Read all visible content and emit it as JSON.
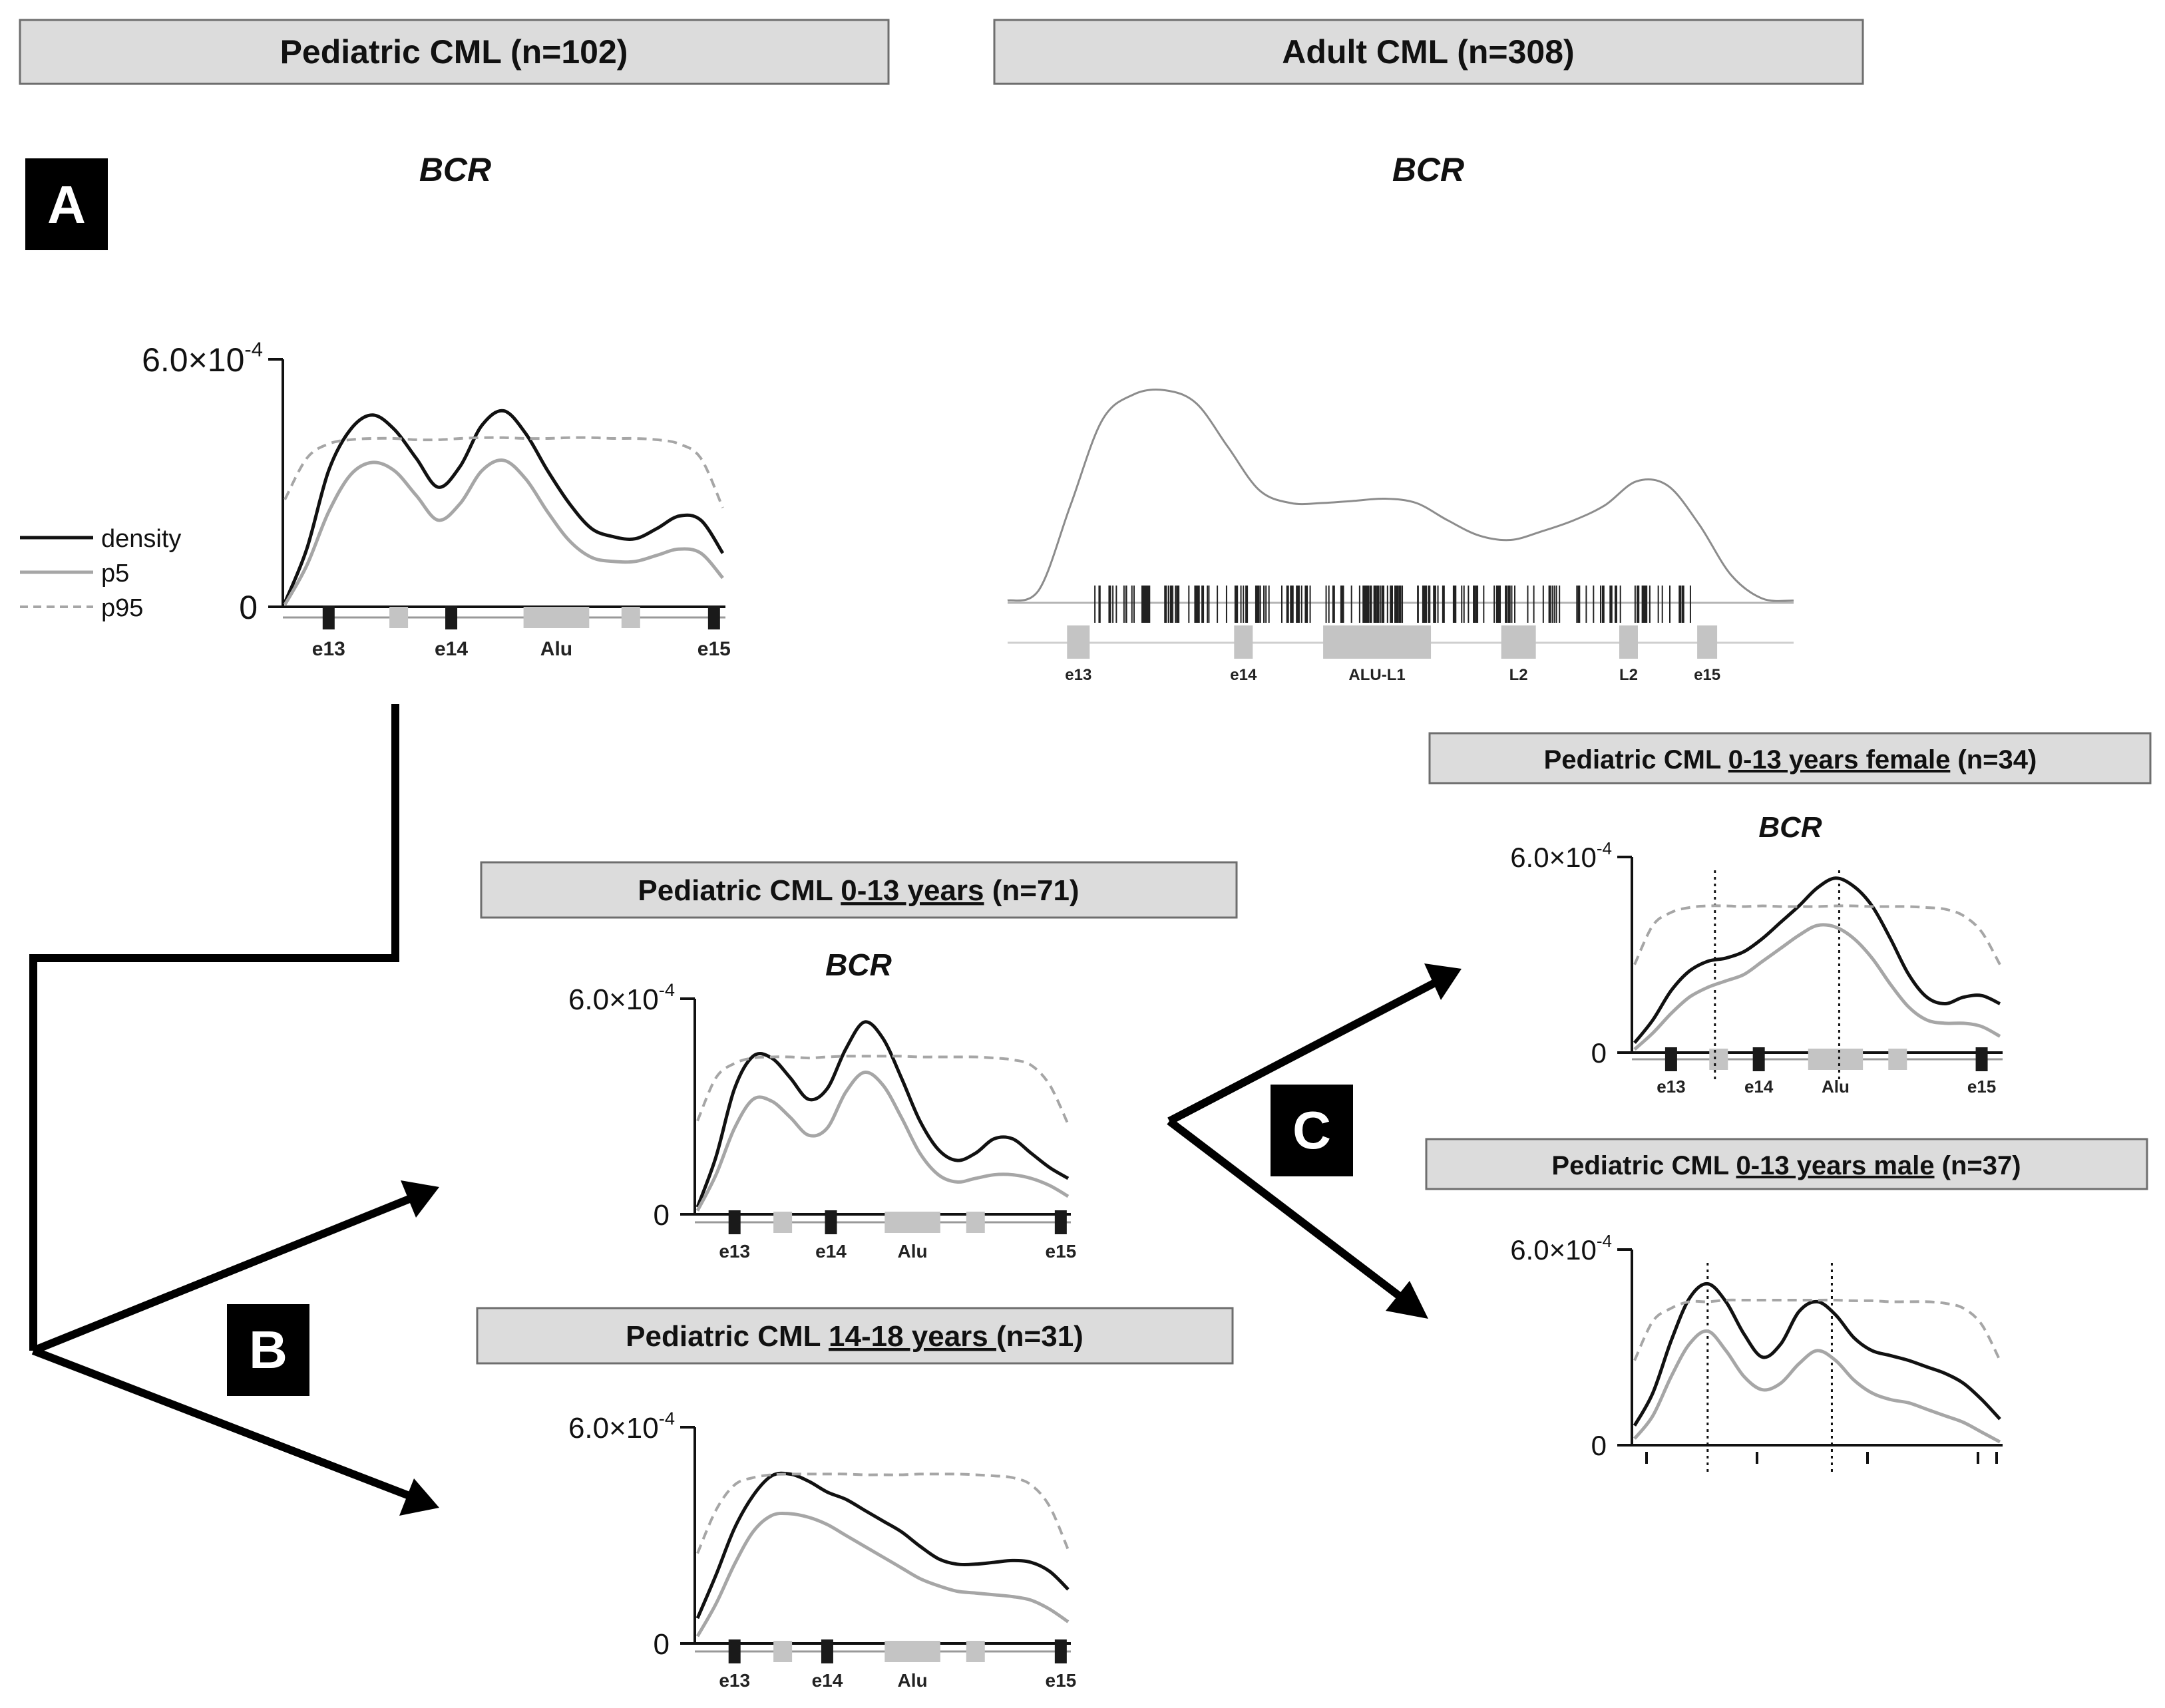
{
  "colors": {
    "density": "#111111",
    "p5": "#a6a6a6",
    "p95": "#a6a6a6",
    "header_bg": "#dcdcdc",
    "exon_dark": "#1a1a1a",
    "exon_light": "#c4c4c4",
    "badge": "#000000"
  },
  "headers": {
    "pediatric": {
      "parts": [
        "Pediatric CML (n=102)"
      ]
    },
    "adult": {
      "parts": [
        "Adult CML (n=308)"
      ]
    },
    "age_0_13": {
      "pre": "Pediatric CML ",
      "ul": "0-13 years",
      "post": " (n=71)"
    },
    "age_14_18": {
      "pre": "Pediatric CML ",
      "ul": "14-18 years ",
      "post": "(n=31)"
    },
    "female": {
      "pre": "Pediatric CML ",
      "ul": "0-13 years female",
      "post": " (n=34)"
    },
    "male": {
      "pre": "Pediatric CML ",
      "ul": "0-13 years male",
      "post": " (n=37)"
    }
  },
  "badges": {
    "A": "A",
    "B": "B",
    "C": "C"
  },
  "legend": {
    "density": "density",
    "p5": "p5",
    "p95": "p95"
  },
  "chart_data": [
    {
      "id": "pediatric_all",
      "type": "line",
      "title": "BCR",
      "ytick_labels": [
        "0",
        "6.0×10-4"
      ],
      "ylim": [
        0,
        0.0006
      ],
      "xlim": [
        0,
        100
      ],
      "x": [
        0,
        5,
        10,
        15,
        20,
        25,
        30,
        35,
        40,
        45,
        50,
        55,
        60,
        65,
        70,
        75,
        80,
        85,
        90,
        95,
        100
      ],
      "series": [
        {
          "name": "density",
          "values": [
            1e-05,
            0.00014,
            0.00033,
            0.00043,
            0.000465,
            0.00043,
            0.00036,
            0.00029,
            0.00034,
            0.00044,
            0.000475,
            0.00042,
            0.00033,
            0.00025,
            0.00019,
            0.00017,
            0.000165,
            0.00019,
            0.00022,
            0.00021,
            0.00013
          ]
        },
        {
          "name": "p5",
          "values": [
            5e-06,
            0.0001,
            0.00023,
            0.00032,
            0.00035,
            0.00033,
            0.00027,
            0.00021,
            0.00025,
            0.00033,
            0.000355,
            0.00031,
            0.00023,
            0.00016,
            0.00012,
            0.00011,
            0.00011,
            0.000125,
            0.00014,
            0.00013,
            7e-05
          ]
        },
        {
          "name": "p95",
          "values": [
            0.00026,
            0.00036,
            0.000395,
            0.000405,
            0.000408,
            0.000408,
            0.000405,
            0.000405,
            0.000408,
            0.00041,
            0.00041,
            0.000408,
            0.000408,
            0.00041,
            0.00041,
            0.000408,
            0.000408,
            0.000405,
            0.000395,
            0.00036,
            0.00024
          ]
        }
      ],
      "exons": [
        {
          "label": "e13",
          "x": 10,
          "kind": "dark"
        },
        {
          "label": "",
          "x": 26,
          "kind": "light"
        },
        {
          "label": "e14",
          "x": 38,
          "kind": "dark"
        },
        {
          "label": "Alu",
          "x": 62,
          "kind": "light-wide"
        },
        {
          "label": "",
          "x": 79,
          "kind": "light"
        },
        {
          "label": "e15",
          "x": 98,
          "kind": "dark"
        }
      ]
    },
    {
      "id": "adult",
      "type": "line",
      "title": "BCR",
      "xlim": [
        0,
        100
      ],
      "x": [
        0,
        4,
        8,
        12,
        16,
        20,
        24,
        28,
        32,
        36,
        40,
        44,
        48,
        52,
        56,
        60,
        64,
        68,
        72,
        76,
        80,
        84,
        88,
        92,
        96,
        100
      ],
      "series": [
        {
          "name": "density",
          "values": [
            0.01,
            0.06,
            0.45,
            0.84,
            0.96,
            0.98,
            0.92,
            0.72,
            0.52,
            0.46,
            0.46,
            0.47,
            0.48,
            0.46,
            0.38,
            0.31,
            0.29,
            0.33,
            0.38,
            0.45,
            0.56,
            0.54,
            0.36,
            0.13,
            0.02,
            0.01
          ]
        }
      ],
      "exons": [
        {
          "label": "e13",
          "x": 9
        },
        {
          "label": "e14",
          "x": 30
        },
        {
          "label": "ALU-L1",
          "x": 47
        },
        {
          "label": "L2",
          "x": 65
        },
        {
          "label": "L2",
          "x": 79
        },
        {
          "label": "e15",
          "x": 89
        }
      ]
    },
    {
      "id": "age_0_13",
      "type": "line",
      "title": "BCR",
      "ytick_labels": [
        "0",
        "6.0×10-4"
      ],
      "ylim": [
        0,
        0.0006
      ],
      "xlim": [
        0,
        100
      ],
      "x": [
        0,
        5,
        10,
        15,
        20,
        25,
        30,
        35,
        40,
        45,
        50,
        55,
        60,
        65,
        70,
        75,
        80,
        85,
        90,
        95,
        100
      ],
      "series": [
        {
          "name": "density",
          "values": [
            2e-05,
            0.00016,
            0.00035,
            0.00044,
            0.000435,
            0.00038,
            0.00032,
            0.00035,
            0.00046,
            0.000535,
            0.00049,
            0.00038,
            0.00026,
            0.00018,
            0.00015,
            0.00017,
            0.00021,
            0.00021,
            0.00017,
            0.00013,
            0.0001
          ]
        },
        {
          "name": "p5",
          "values": [
            1e-05,
            0.00011,
            0.00024,
            0.00032,
            0.000315,
            0.00027,
            0.00022,
            0.00024,
            0.00034,
            0.000395,
            0.00036,
            0.00027,
            0.00017,
            0.00011,
            9e-05,
            0.0001,
            0.00011,
            0.00011,
            0.0001,
            8e-05,
            5e-05
          ]
        },
        {
          "name": "p95",
          "values": [
            0.00026,
            0.00038,
            0.00042,
            0.000435,
            0.000438,
            0.000438,
            0.000435,
            0.000438,
            0.00044,
            0.00044,
            0.00044,
            0.00044,
            0.000438,
            0.000438,
            0.000438,
            0.000438,
            0.000435,
            0.00043,
            0.000415,
            0.00036,
            0.00025
          ]
        }
      ],
      "exons": [
        {
          "label": "e13",
          "x": 10,
          "kind": "dark"
        },
        {
          "label": "",
          "x": 23,
          "kind": "light"
        },
        {
          "label": "e14",
          "x": 36,
          "kind": "dark"
        },
        {
          "label": "Alu",
          "x": 58,
          "kind": "light-wide"
        },
        {
          "label": "",
          "x": 75,
          "kind": "light"
        },
        {
          "label": "e15",
          "x": 98,
          "kind": "dark"
        }
      ]
    },
    {
      "id": "age_14_18",
      "type": "line",
      "ytick_labels": [
        "0",
        "6.0×10-4"
      ],
      "ylim": [
        0,
        0.0006
      ],
      "xlim": [
        0,
        100
      ],
      "x": [
        0,
        5,
        10,
        15,
        20,
        25,
        30,
        35,
        40,
        45,
        50,
        55,
        60,
        65,
        70,
        75,
        80,
        85,
        90,
        95,
        100
      ],
      "series": [
        {
          "name": "density",
          "values": [
            7e-05,
            0.00019,
            0.00032,
            0.00041,
            0.000465,
            0.00047,
            0.00045,
            0.00042,
            0.0004,
            0.00037,
            0.00034,
            0.00031,
            0.00027,
            0.000235,
            0.00022,
            0.00022,
            0.000225,
            0.00023,
            0.000225,
            0.0002,
            0.00015
          ]
        },
        {
          "name": "p5",
          "values": [
            2e-05,
            0.00011,
            0.00022,
            0.00031,
            0.000355,
            0.00036,
            0.00035,
            0.00033,
            0.0003,
            0.00027,
            0.00024,
            0.00021,
            0.00018,
            0.00016,
            0.000145,
            0.00014,
            0.000135,
            0.00013,
            0.00012,
            9.5e-05,
            6e-05
          ]
        },
        {
          "name": "p95",
          "values": [
            0.00025,
            0.00037,
            0.00044,
            0.00046,
            0.000468,
            0.00047,
            0.00047,
            0.00047,
            0.00047,
            0.000468,
            0.000468,
            0.000468,
            0.00047,
            0.00047,
            0.00047,
            0.000468,
            0.000465,
            0.00046,
            0.00044,
            0.00038,
            0.00026
          ]
        }
      ],
      "exons": [
        {
          "label": "e13",
          "x": 10,
          "kind": "dark"
        },
        {
          "label": "",
          "x": 23,
          "kind": "light"
        },
        {
          "label": "e14",
          "x": 35,
          "kind": "dark"
        },
        {
          "label": "Alu",
          "x": 58,
          "kind": "light-wide"
        },
        {
          "label": "",
          "x": 75,
          "kind": "light"
        },
        {
          "label": "e15",
          "x": 98,
          "kind": "dark"
        }
      ]
    },
    {
      "id": "female",
      "type": "line",
      "title": "BCR",
      "ytick_labels": [
        "0",
        "6.0×10-4"
      ],
      "ylim": [
        0,
        0.0006
      ],
      "xlim": [
        0,
        100
      ],
      "x": [
        0,
        5,
        10,
        15,
        20,
        25,
        30,
        35,
        40,
        45,
        50,
        55,
        60,
        65,
        70,
        75,
        80,
        85,
        90,
        95,
        100
      ],
      "series": [
        {
          "name": "density",
          "values": [
            3e-05,
            0.0001,
            0.00019,
            0.00025,
            0.00028,
            0.00029,
            0.00031,
            0.00035,
            0.0004,
            0.00045,
            0.000505,
            0.000535,
            0.00051,
            0.00045,
            0.00035,
            0.00024,
            0.00017,
            0.00015,
            0.00017,
            0.000175,
            0.00015
          ]
        },
        {
          "name": "p5",
          "values": [
            1e-05,
            6e-05,
            0.00012,
            0.00017,
            0.0002,
            0.00022,
            0.00024,
            0.00028,
            0.00032,
            0.00036,
            0.00039,
            0.000385,
            0.00035,
            0.00029,
            0.00021,
            0.00014,
            0.0001,
            9e-05,
            9e-05,
            8e-05,
            5e-05
          ]
        },
        {
          "name": "p95",
          "values": [
            0.00027,
            0.00039,
            0.00043,
            0.000445,
            0.00045,
            0.00045,
            0.000448,
            0.00045,
            0.000448,
            0.000448,
            0.000448,
            0.00045,
            0.00045,
            0.000448,
            0.000448,
            0.000448,
            0.000445,
            0.00044,
            0.00042,
            0.00037,
            0.00027
          ]
        }
      ],
      "exons": [
        {
          "label": "e13",
          "x": 10,
          "kind": "dark"
        },
        {
          "label": "",
          "x": 23,
          "kind": "light"
        },
        {
          "label": "e14",
          "x": 34,
          "kind": "dark"
        },
        {
          "label": "Alu",
          "x": 55,
          "kind": "light-wide"
        },
        {
          "label": "",
          "x": 72,
          "kind": "light"
        },
        {
          "label": "e15",
          "x": 95,
          "kind": "dark"
        }
      ],
      "vlines_x": [
        22,
        56
      ]
    },
    {
      "id": "male",
      "type": "line",
      "ytick_labels": [
        "0",
        "6.0×10-4"
      ],
      "ylim": [
        0,
        0.0006
      ],
      "xlim": [
        0,
        100
      ],
      "x": [
        0,
        5,
        10,
        15,
        20,
        25,
        30,
        35,
        40,
        45,
        50,
        55,
        60,
        65,
        70,
        75,
        80,
        85,
        90,
        95,
        100
      ],
      "series": [
        {
          "name": "density",
          "values": [
            6e-05,
            0.00016,
            0.00032,
            0.00045,
            0.000495,
            0.00044,
            0.00034,
            0.00027,
            0.00031,
            0.00041,
            0.00044,
            0.0004,
            0.00033,
            0.00029,
            0.000275,
            0.00026,
            0.00024,
            0.00022,
            0.00019,
            0.00014,
            8e-05
          ]
        },
        {
          "name": "p5",
          "values": [
            2e-05,
            9e-05,
            0.00021,
            0.00031,
            0.00035,
            0.00029,
            0.00021,
            0.00017,
            0.00019,
            0.00025,
            0.00029,
            0.00026,
            0.0002,
            0.00016,
            0.00014,
            0.00013,
            0.00011,
            9e-05,
            7e-05,
            4e-05,
            1e-05
          ]
        },
        {
          "name": "p95",
          "values": [
            0.00026,
            0.00038,
            0.00042,
            0.00044,
            0.00044,
            0.000445,
            0.000445,
            0.000445,
            0.000445,
            0.000445,
            0.000445,
            0.000445,
            0.000443,
            0.000443,
            0.00044,
            0.00044,
            0.00044,
            0.000435,
            0.00042,
            0.00037,
            0.00026
          ]
        }
      ],
      "exons": [],
      "vlines_x": [
        20,
        54
      ]
    }
  ]
}
